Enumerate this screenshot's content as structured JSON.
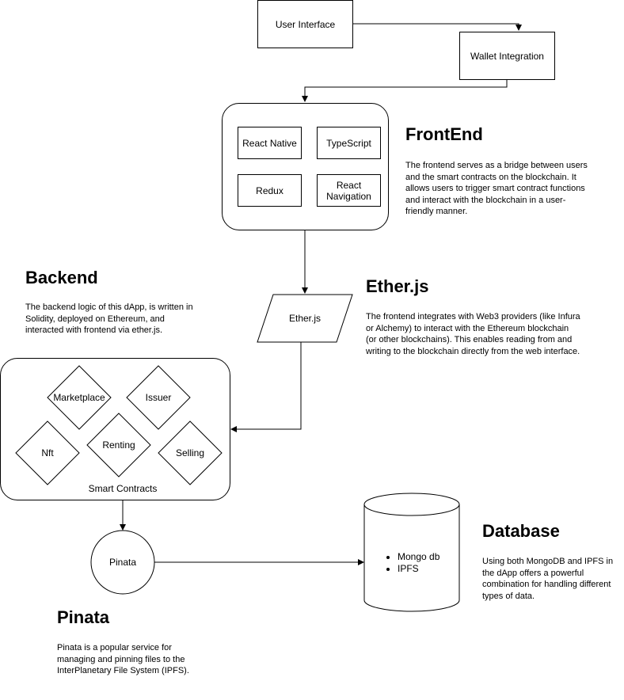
{
  "nodes": {
    "user_interface": "User Interface",
    "wallet_integration": "Wallet Integration",
    "react_native": "React Native",
    "typescript": "TypeScript",
    "redux": "Redux",
    "react_navigation": "React Navigation",
    "etherjs": "Ether.js",
    "marketplace": "Marketplace",
    "issuer": "Issuer",
    "nft": "Nft",
    "renting": "Renting",
    "selling": "Selling",
    "smart_contracts": "Smart Contracts",
    "pinata": "Pinata",
    "database_items": [
      "Mongo db",
      "IPFS"
    ]
  },
  "sections": {
    "frontend": {
      "title": "FrontEnd",
      "text": "The frontend serves as a bridge between users and the smart contracts on the blockchain. It allows users to trigger smart contract functions and interact with the blockchain in a user-friendly manner."
    },
    "etherjs": {
      "title": "Ether.js",
      "text": "The frontend integrates with Web3 providers (like Infura or Alchemy) to interact with the Ethereum blockchain (or other blockchains). This enables reading from and writing to the blockchain directly from the web interface."
    },
    "backend": {
      "title": "Backend",
      "text": "The backend logic of this dApp, is written in Solidity, deployed on Ethereum, and interacted with frontend via ether.js."
    },
    "database": {
      "title": "Database",
      "text": "Using both MongoDB and IPFS in the dApp offers a powerful combination for handling different types of data."
    },
    "pinata": {
      "title": "Pinata",
      "text": "Pinata is a popular service for managing and pinning files to the InterPlanetary File System (IPFS)."
    }
  }
}
